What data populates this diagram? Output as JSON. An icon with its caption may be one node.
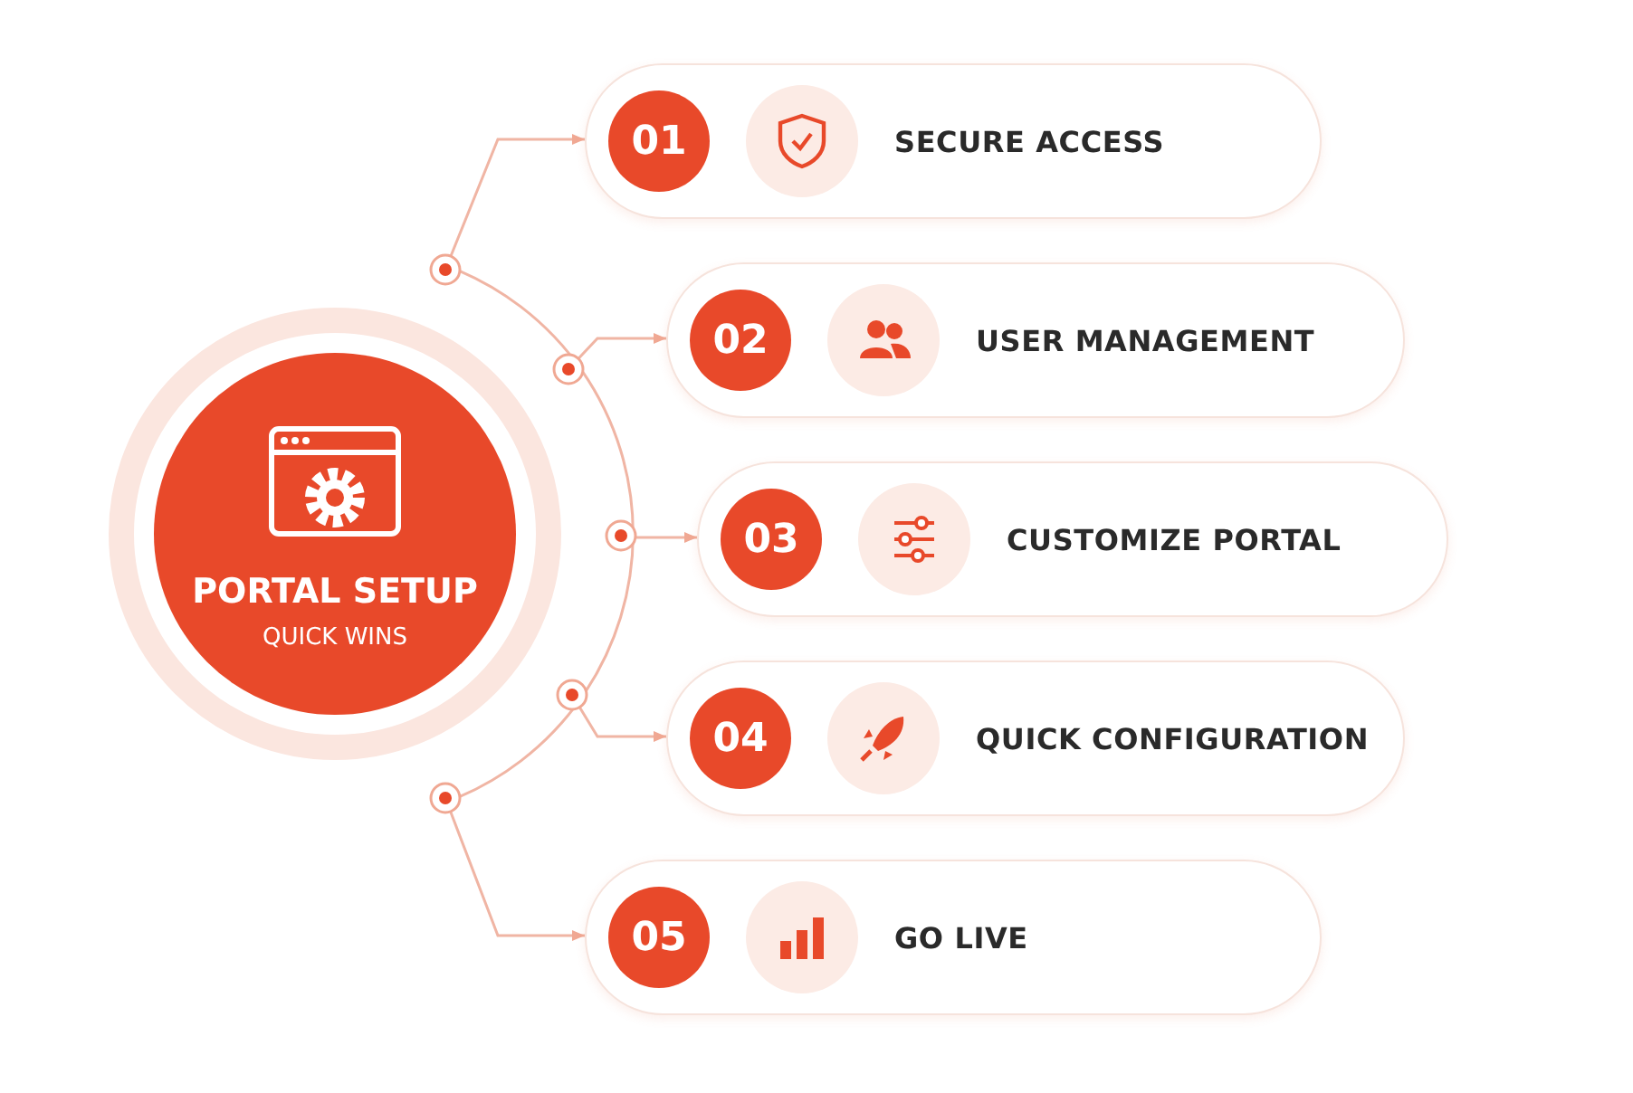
{
  "diagram": {
    "nodes": [
      {
        "text": [
          "PORTAL SETUP",
          "QUICK WINS"
        ]
      },
      {
        "text": [
          "01",
          "SECURE ACCESS"
        ]
      },
      {
        "text": [
          "02",
          "USER MANAGEMENT"
        ]
      },
      {
        "text": [
          "03",
          "CUSTOMIZE PORTAL"
        ]
      },
      {
        "text": [
          "04",
          "QUICK CONFIGURATION"
        ]
      },
      {
        "text": [
          "05",
          "GO LIVE"
        ]
      }
    ],
    "edges": [
      {
        "from": 0,
        "to": 1,
        "arrow": "to"
      },
      {
        "from": 0,
        "to": 2,
        "arrow": "to"
      },
      {
        "from": 0,
        "to": 3,
        "arrow": "to"
      },
      {
        "from": 0,
        "to": 4,
        "arrow": "to"
      },
      {
        "from": 0,
        "to": 5,
        "arrow": "to"
      }
    ]
  }
}
